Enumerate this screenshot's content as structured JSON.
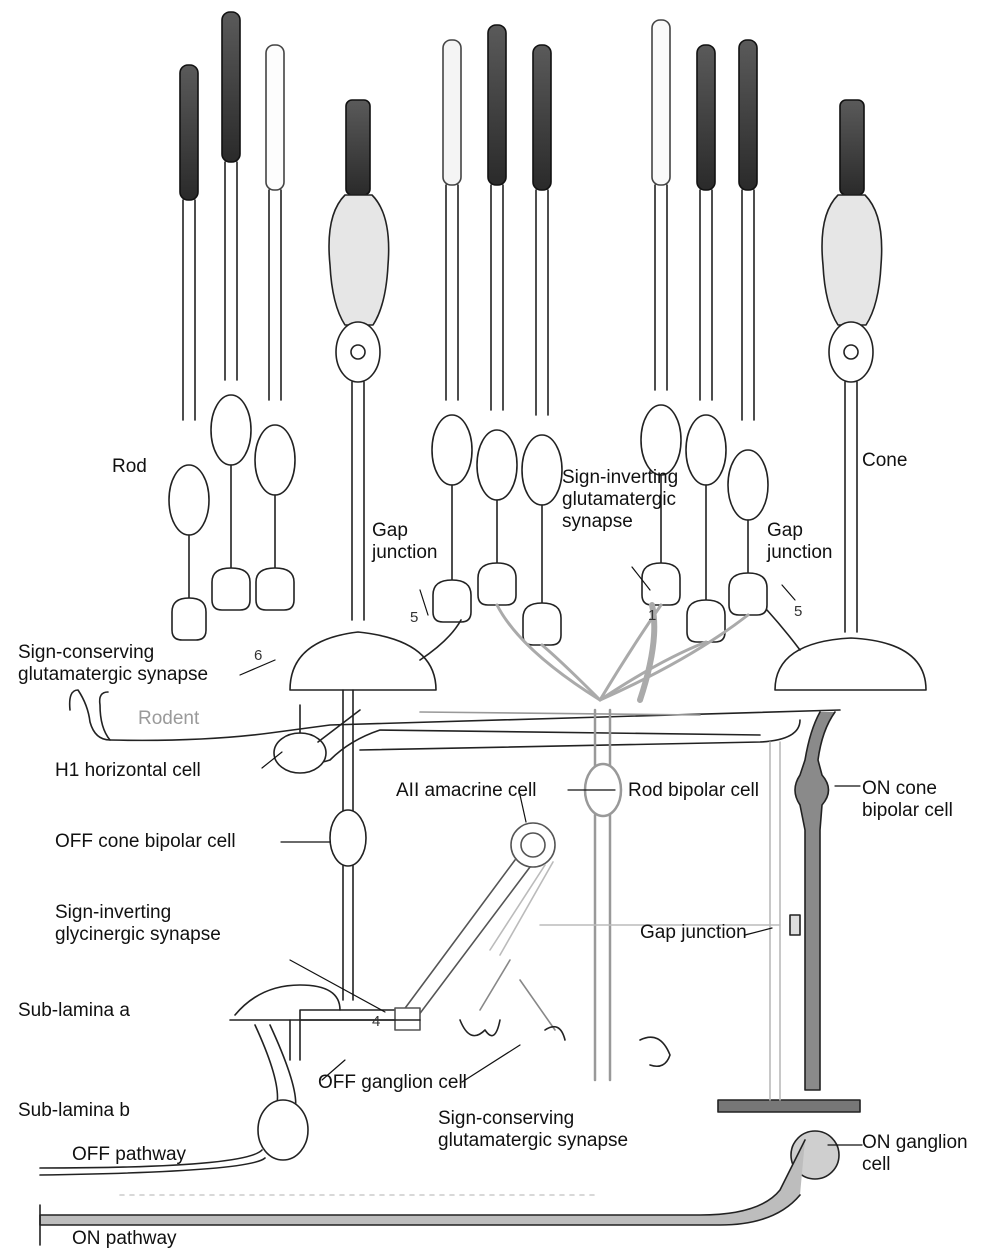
{
  "labels": {
    "rod": "Rod",
    "cone": "Cone",
    "gap_junction_1": "Gap junction",
    "gap_junction_2": "Gap junction",
    "gap_junction_3": "Gap junction",
    "sign_inverting_glutamatergic": "Sign-inverting glutamatergic synapse",
    "sign_conserving_top": "Sign-conserving glutamatergic synapse",
    "rodent": "Rodent",
    "h1_horizontal": "H1 horizontal cell",
    "all_amacrine": "AII amacrine cell",
    "rod_bipolar": "Rod bipolar cell",
    "on_cone_bipolar": "ON cone bipolar cell",
    "off_cone_bipolar": "OFF cone bipolar cell",
    "sign_inverting_glycinergic": "Sign-inverting glycinergic synapse",
    "sub_lamina_a": "Sub-lamina a",
    "sub_lamina_b": "Sub-lamina b",
    "off_ganglion": "OFF ganglion cell",
    "sign_conserving_bottom": "Sign-conserving glutamatergic synapse",
    "off_pathway": "OFF pathway",
    "on_ganglion": "ON ganglion cell",
    "on_pathway": "ON pathway"
  },
  "numbers": {
    "n1": "1",
    "n4": "4",
    "n5a": "5",
    "n5b": "5",
    "n6": "6"
  }
}
